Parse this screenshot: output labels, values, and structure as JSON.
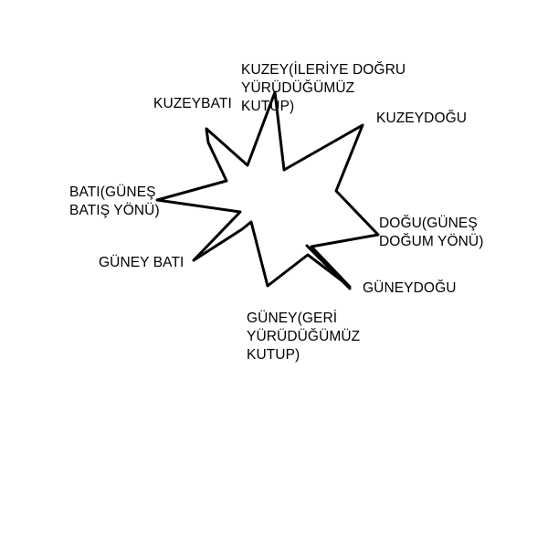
{
  "colors": {
    "background": "#ffffff",
    "ink": "#000000"
  },
  "directions": {
    "north": "KUZEY(İLERİYE DOĞRU\nYÜRÜDÜĞÜMÜZ\nKUTUP)",
    "northwest": "KUZEYBATI",
    "northeast": "KUZEYDOĞU",
    "west": "BATI(GÜNEŞ\nBATIŞ YÖNÜ)",
    "east": "DOĞU(GÜNEŞ\nDOĞUM YÖNÜ)",
    "southwest": "GÜNEY BATI",
    "southeast": "GÜNEYDOĞU",
    "south": "GÜNEY(GERİ\nYÜRÜDÜĞÜMÜZ\nKUTUP)"
  }
}
